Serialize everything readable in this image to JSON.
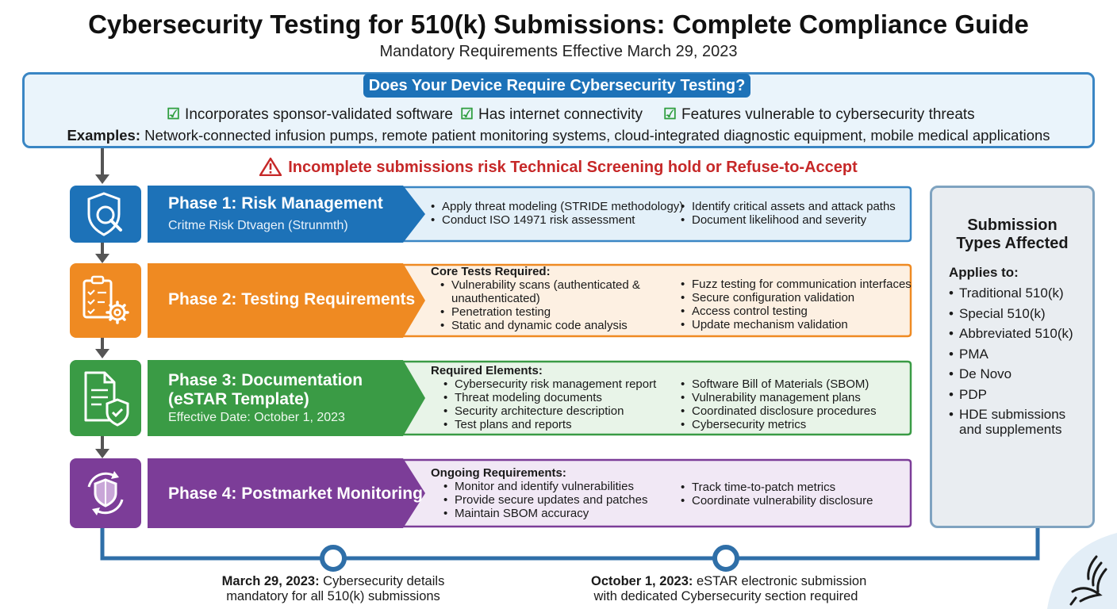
{
  "title": "Cybersecurity Testing for 510(k) Submissions: Complete Compliance Guide",
  "subtitle": "Mandatory Requirements Effective March 29, 2023",
  "requirement": {
    "header": "Does Your Device Require Cybersecurity Testing?",
    "criteria": [
      "Incorporates sponsor-validated software",
      "Has internet connectivity",
      "Features vulnerable to cybersecurity threats"
    ],
    "examples_label": "Examples:",
    "examples_text": "Network-connected infusion pumps, remote patient monitoring systems, cloud-integrated diagnostic equipment, mobile medical applications"
  },
  "warning": "Incomplete submissions risk Technical Screening hold or Refuse-to-Accept",
  "phases": [
    {
      "title": "Phase 1: Risk Management",
      "subtitle": "Critme Risk Dtvagen (Strunmth)",
      "icon": "shield-search-icon",
      "left_items": [
        "Apply threat modeling (STRIDE methodology)",
        "Conduct ISO 14971 risk assessment"
      ],
      "right_items": [
        "Identify critical assets and attack paths",
        "Document likelihood and severity"
      ]
    },
    {
      "title": "Phase 2: Testing Requirements",
      "icon": "clipboard-gear-icon",
      "heading": "Core Tests Required:",
      "left_items": [
        "Vulnerability scans (authenticated &",
        "unauthenticated)",
        "Penetration testing",
        "Static and dynamic code analysis"
      ],
      "right_items": [
        "Fuzz testing for communication interfaces",
        "Secure configuration validation",
        "Access control testing",
        "Update mechanism validation"
      ]
    },
    {
      "title_line1": "Phase 3: Documentation",
      "title_line2": "(eSTAR Template)",
      "subtitle": "Effective Date: October 1, 2023",
      "icon": "document-shield-icon",
      "heading": "Required Elements:",
      "left_items": [
        "Cybersecurity risk management report",
        "Threat modeling documents",
        "Security architecture description",
        "Test plans and reports"
      ],
      "right_items": [
        "Software Bill of Materials (SBOM)",
        "Vulnerability management plans",
        "Coordinated disclosure procedures",
        "Cybersecurity metrics"
      ]
    },
    {
      "title": "Phase 4: Postmarket Monitoring",
      "icon": "shield-cycle-icon",
      "heading": "Ongoing Requirements:",
      "left_items": [
        "Monitor and identify vulnerabilities",
        "Provide secure updates and patches",
        "Maintain SBOM accuracy"
      ],
      "right_items": [
        "Track time-to-patch metrics",
        "Coordinate vulnerability disclosure"
      ]
    }
  ],
  "submission_types": {
    "title_line1": "Submission",
    "title_line2": "Types Affected",
    "applies_label": "Applies to:",
    "items": [
      "Traditional 510(k)",
      "Special 510(k)",
      "Abbreviated 510(k)",
      "PMA",
      "De Novo",
      "PDP",
      "HDE submissions",
      "and supplements"
    ]
  },
  "timeline": [
    {
      "date": "March 29, 2023:",
      "text_line1": "Cybersecurity details",
      "text_line2": "mandatory for all 510(k) submissions"
    },
    {
      "date": "October 1, 2023:",
      "text_line1": "eSTAR electronic submission",
      "text_line2": "with dedicated Cybersecurity section required"
    }
  ],
  "colors": {
    "phase1": "#1d72b8",
    "phase2": "#ef8a22",
    "phase3": "#3a9b45",
    "phase4": "#7c3d98",
    "warning": "#c62828",
    "timeline": "#2f6fa8"
  },
  "logo": "hhs-eagle-logo"
}
